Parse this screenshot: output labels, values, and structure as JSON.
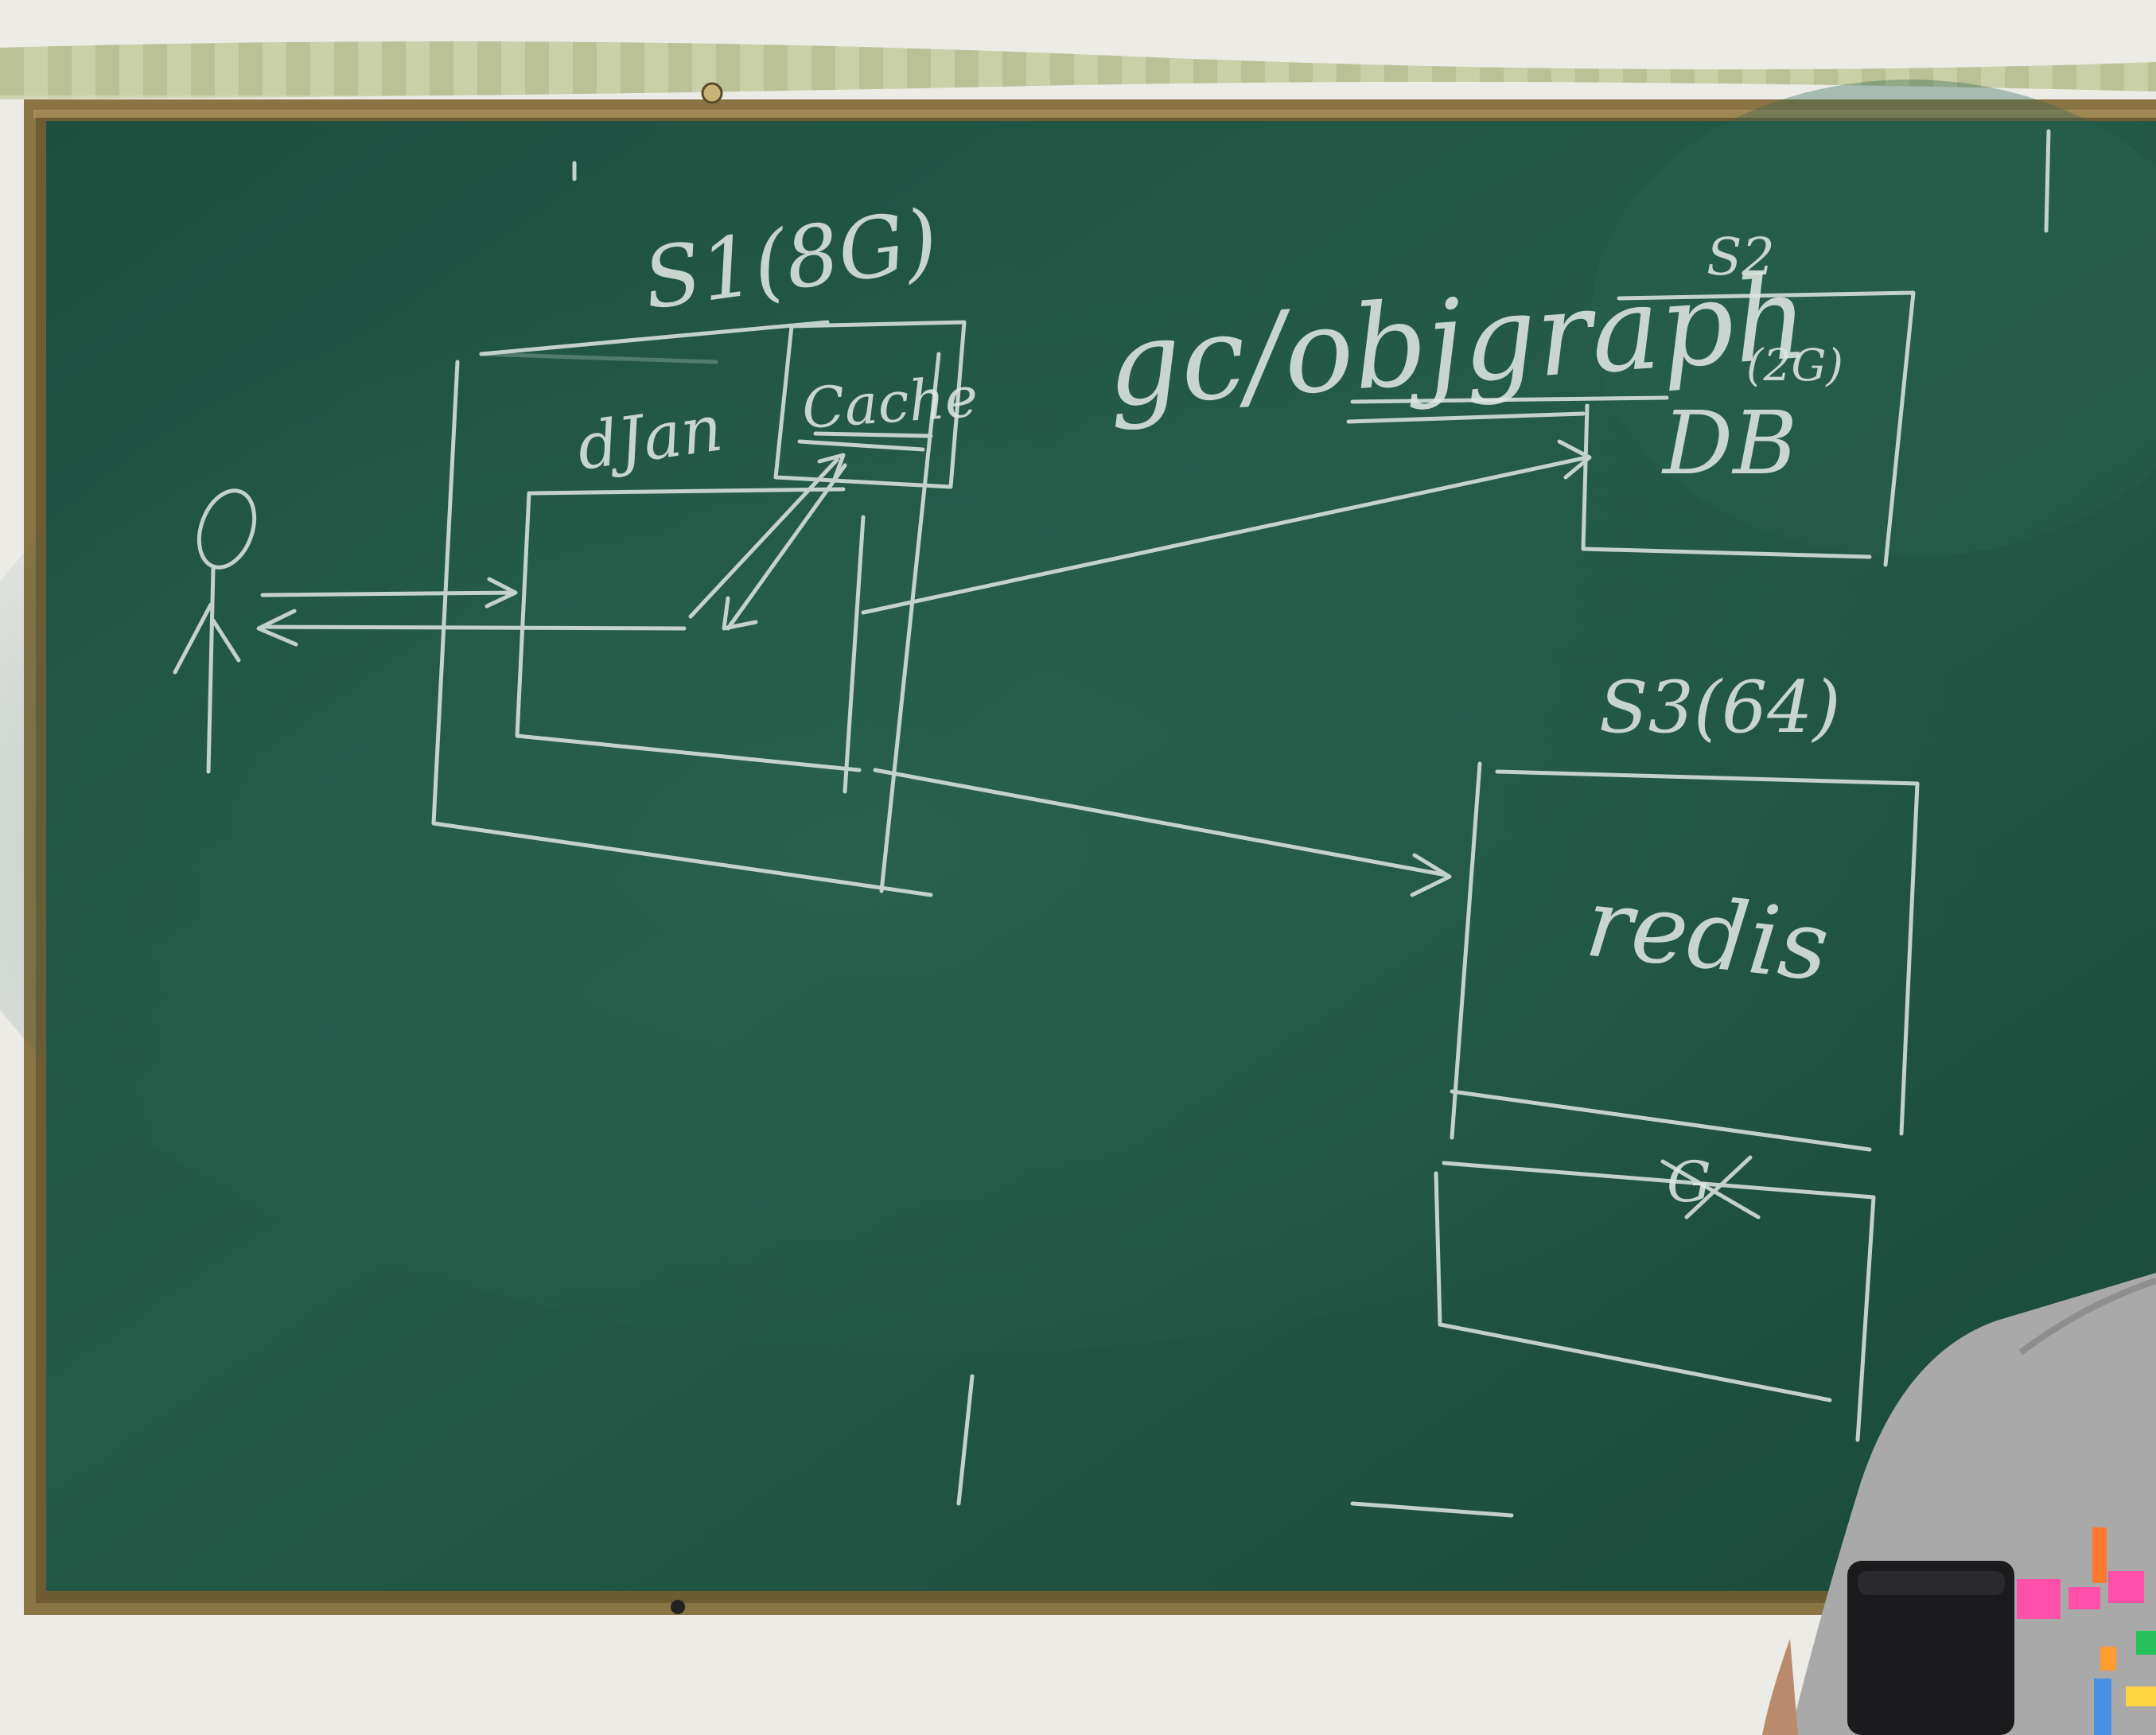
{
  "board": {
    "labels": {
      "s1": "S1(8G)",
      "cache": "Cache",
      "django": "dJan",
      "gc": "gc/objgraph",
      "s2": "S2",
      "s2_mem": "(2G)",
      "db": "DB",
      "s3": "S3(64)",
      "redis": "redis",
      "crossed": "G"
    }
  },
  "colors": {
    "wall": "#ecebe6",
    "frame": "#8a7444",
    "board": "#1f5443",
    "chalk": "#dfe7e2",
    "shirt": "#a9a9a9",
    "mic": "#1b1b1d"
  }
}
